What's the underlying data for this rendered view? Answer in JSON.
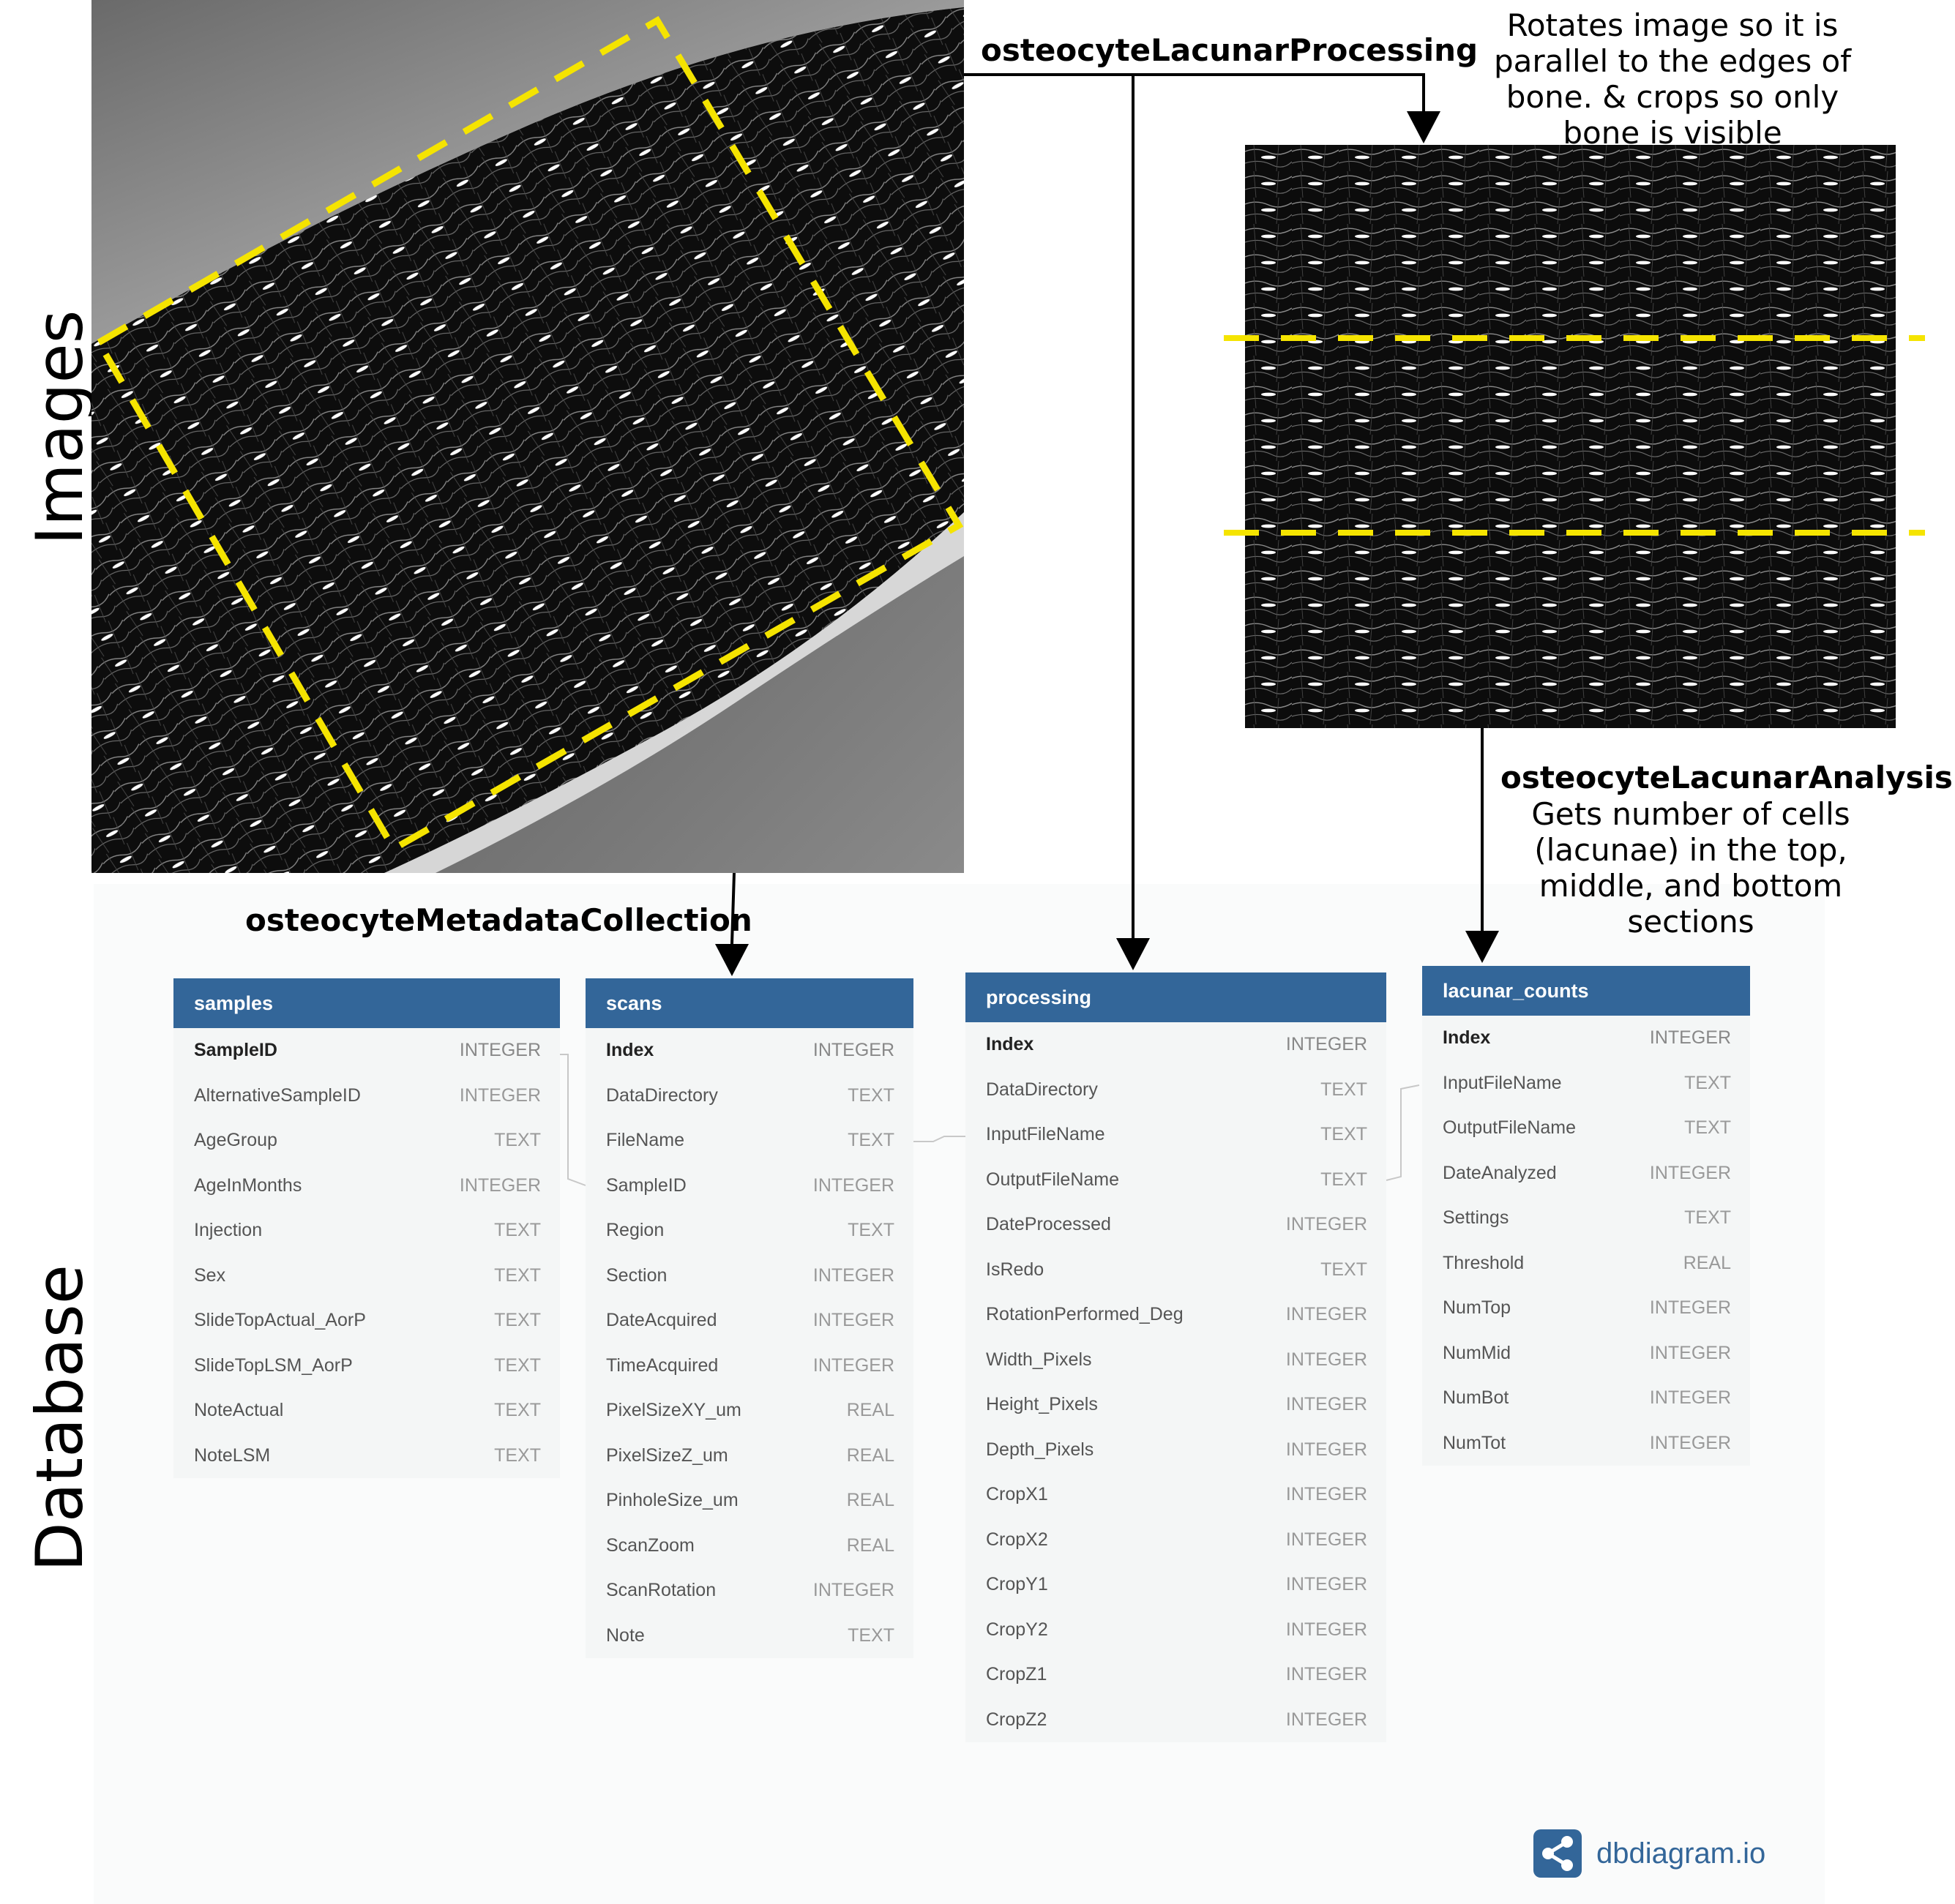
{
  "side_labels": {
    "images": "Images",
    "database": "Database"
  },
  "steps": {
    "processing": "osteocyteLacunarProcessing",
    "metadata": "osteocyteMetadataCollection",
    "analysis": "osteocyteLacunarAnalysis"
  },
  "notes": {
    "processing": [
      "Rotates image so it is",
      "parallel to the edges of",
      "bone. & crops so only",
      "bone is visible"
    ],
    "analysis": [
      "Gets number of cells",
      "(lacunae) in the top,",
      "middle, and bottom",
      "sections"
    ]
  },
  "tables": [
    {
      "id": "samples",
      "name": "samples",
      "columns": [
        {
          "name": "SampleID",
          "type": "INTEGER",
          "pk": true
        },
        {
          "name": "AlternativeSampleID",
          "type": "INTEGER"
        },
        {
          "name": "AgeGroup",
          "type": "TEXT"
        },
        {
          "name": "AgeInMonths",
          "type": "INTEGER"
        },
        {
          "name": "Injection",
          "type": "TEXT"
        },
        {
          "name": "Sex",
          "type": "TEXT"
        },
        {
          "name": "SlideTopActual_AorP",
          "type": "TEXT"
        },
        {
          "name": "SlideTopLSM_AorP",
          "type": "TEXT"
        },
        {
          "name": "NoteActual",
          "type": "TEXT"
        },
        {
          "name": "NoteLSM",
          "type": "TEXT"
        }
      ]
    },
    {
      "id": "scans",
      "name": "scans",
      "columns": [
        {
          "name": "Index",
          "type": "INTEGER",
          "pk": true
        },
        {
          "name": "DataDirectory",
          "type": "TEXT"
        },
        {
          "name": "FileName",
          "type": "TEXT"
        },
        {
          "name": "SampleID",
          "type": "INTEGER"
        },
        {
          "name": "Region",
          "type": "TEXT"
        },
        {
          "name": "Section",
          "type": "INTEGER"
        },
        {
          "name": "DateAcquired",
          "type": "INTEGER"
        },
        {
          "name": "TimeAcquired",
          "type": "INTEGER"
        },
        {
          "name": "PixelSizeXY_um",
          "type": "REAL"
        },
        {
          "name": "PixelSizeZ_um",
          "type": "REAL"
        },
        {
          "name": "PinholeSize_um",
          "type": "REAL"
        },
        {
          "name": "ScanZoom",
          "type": "REAL"
        },
        {
          "name": "ScanRotation",
          "type": "INTEGER"
        },
        {
          "name": "Note",
          "type": "TEXT"
        }
      ]
    },
    {
      "id": "processing",
      "name": "processing",
      "columns": [
        {
          "name": "Index",
          "type": "INTEGER",
          "pk": true
        },
        {
          "name": "DataDirectory",
          "type": "TEXT"
        },
        {
          "name": "InputFileName",
          "type": "TEXT"
        },
        {
          "name": "OutputFileName",
          "type": "TEXT"
        },
        {
          "name": "DateProcessed",
          "type": "INTEGER"
        },
        {
          "name": "IsRedo",
          "type": "TEXT"
        },
        {
          "name": "RotationPerformed_Deg",
          "type": "INTEGER"
        },
        {
          "name": "Width_Pixels",
          "type": "INTEGER"
        },
        {
          "name": "Height_Pixels",
          "type": "INTEGER"
        },
        {
          "name": "Depth_Pixels",
          "type": "INTEGER"
        },
        {
          "name": "CropX1",
          "type": "INTEGER"
        },
        {
          "name": "CropX2",
          "type": "INTEGER"
        },
        {
          "name": "CropY1",
          "type": "INTEGER"
        },
        {
          "name": "CropY2",
          "type": "INTEGER"
        },
        {
          "name": "CropZ1",
          "type": "INTEGER"
        },
        {
          "name": "CropZ2",
          "type": "INTEGER"
        }
      ]
    },
    {
      "id": "lacunar_counts",
      "name": "lacunar_counts",
      "columns": [
        {
          "name": "Index",
          "type": "INTEGER",
          "pk": true
        },
        {
          "name": "InputFileName",
          "type": "TEXT"
        },
        {
          "name": "OutputFileName",
          "type": "TEXT"
        },
        {
          "name": "DateAnalyzed",
          "type": "INTEGER"
        },
        {
          "name": "Settings",
          "type": "TEXT"
        },
        {
          "name": "Threshold",
          "type": "REAL"
        },
        {
          "name": "NumTop",
          "type": "INTEGER"
        },
        {
          "name": "NumMid",
          "type": "INTEGER"
        },
        {
          "name": "NumBot",
          "type": "INTEGER"
        },
        {
          "name": "NumTot",
          "type": "INTEGER"
        }
      ]
    }
  ],
  "brand": {
    "name": "dbdiagram.io",
    "color": "#336699"
  },
  "colors": {
    "header": "#336699",
    "dash": "#f5e400"
  }
}
